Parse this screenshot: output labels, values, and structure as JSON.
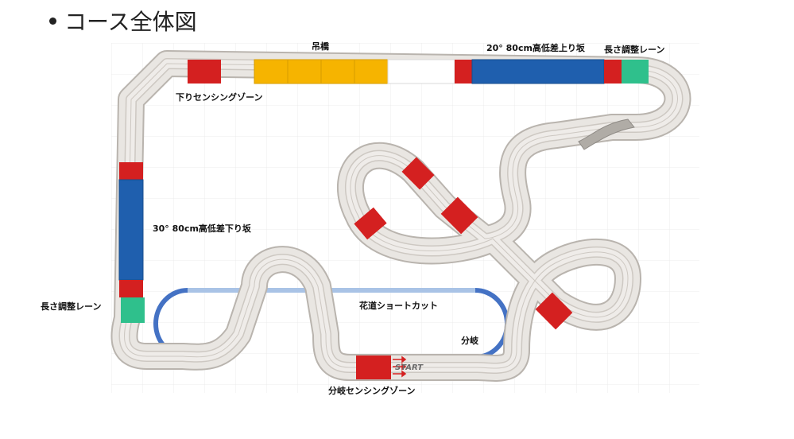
{
  "heading": "コース全体図",
  "labels": {
    "suspension_bridge": "吊橋",
    "uphill_slope": "20° 80cm高低差上り坂",
    "length_lane_top": "長さ調整レーン",
    "down_sensing_zone": "下りセンシングゾーン",
    "downhill_slope": "30° 80cm高低差下り坂",
    "length_lane_left": "長さ調整レーン",
    "hanamichi_shortcut": "花道ショートカット",
    "branch": "分岐",
    "branch_sensing_zone": "分岐センシングゾーン",
    "start": "START"
  },
  "colors": {
    "track": "#e9e6e2",
    "track_edge": "#b9b4ae",
    "lane_line": "#cdc8c2",
    "red_zone": "#d42020",
    "blue_slope": "#1f5fae",
    "orange_bridge": "#f6b400",
    "green_lane": "#2fc08c",
    "shortcut": "#a9c3e6",
    "branch_arc": "#4472c4"
  }
}
